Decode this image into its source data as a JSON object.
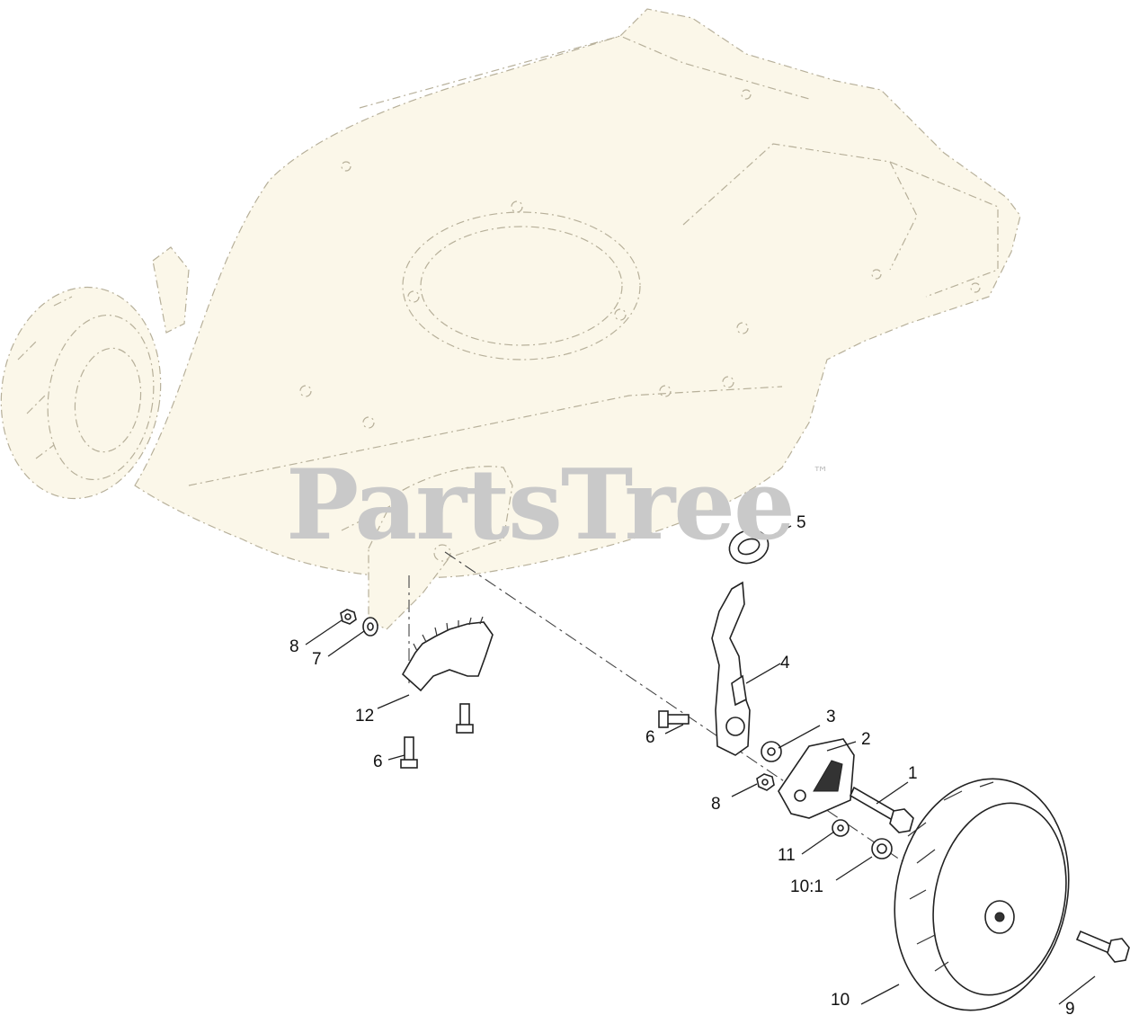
{
  "watermark": {
    "text": "PartsTree",
    "mark": "™"
  },
  "callouts": [
    {
      "id": "1",
      "label": "1"
    },
    {
      "id": "2",
      "label": "2"
    },
    {
      "id": "3",
      "label": "3"
    },
    {
      "id": "4",
      "label": "4"
    },
    {
      "id": "5",
      "label": "5"
    },
    {
      "id": "6a",
      "label": "6"
    },
    {
      "id": "6b",
      "label": "6"
    },
    {
      "id": "7",
      "label": "7"
    },
    {
      "id": "8a",
      "label": "8"
    },
    {
      "id": "8b",
      "label": "8"
    },
    {
      "id": "9",
      "label": "9"
    },
    {
      "id": "10",
      "label": "10"
    },
    {
      "id": "10-1",
      "label": "10:1"
    },
    {
      "id": "11",
      "label": "11"
    },
    {
      "id": "12",
      "label": "12"
    }
  ],
  "colors": {
    "line": "#222222",
    "ghost": "#b7b09a",
    "ghost_fill": "#fbf7e9",
    "watermark": "#c9c9c9"
  }
}
